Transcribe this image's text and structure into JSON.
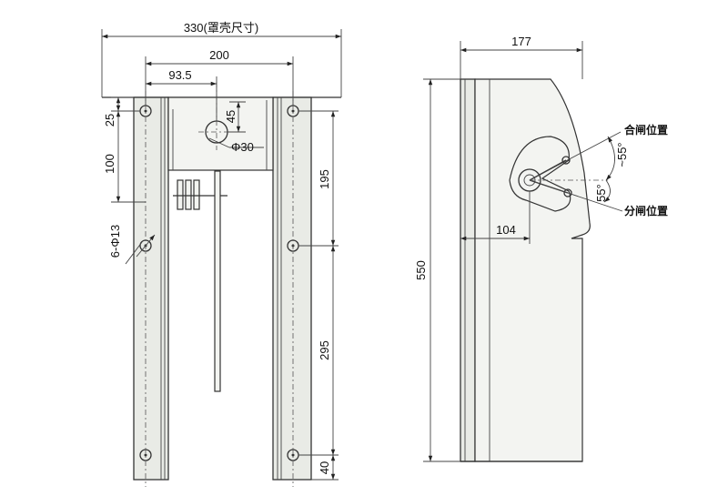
{
  "front_view": {
    "dimensions": {
      "total_width": "330(罩壳尺寸)",
      "hole_span": "200",
      "offset_left": "93.5",
      "top_hole_offset": "25",
      "vertical_spacing": "100",
      "small_hole_offset": "45",
      "center_hole": "Φ30",
      "mount_holes": "6-Φ13",
      "right_upper_spacing": "195",
      "right_lower_spacing": "295",
      "bottom_offset": "40"
    }
  },
  "side_view": {
    "dimensions": {
      "depth": "177",
      "height": "550",
      "pivot_depth": "104",
      "closed_angle": "~55°",
      "open_angle": "55°"
    },
    "labels": {
      "closed_position": "合闸位置",
      "open_position": "分闸位置"
    }
  }
}
